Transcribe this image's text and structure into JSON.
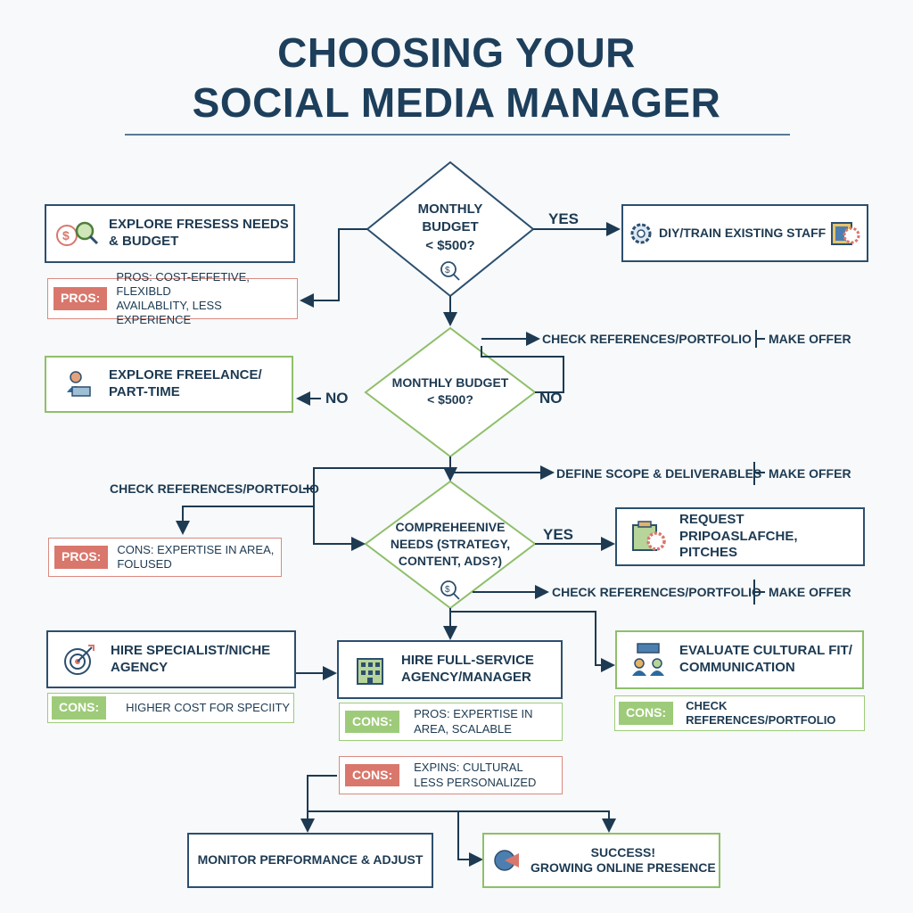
{
  "title": {
    "line1": "CHOOSING YOUR",
    "line2": "SOCIAL MEDIA MANAGER"
  },
  "decisions": {
    "d1": "MONTHLY\nBUDGET\n< $500?",
    "d2": "MONTHLY BUDGET\n< $500?",
    "d3": "COMPREHEENIVE\nNEEDS (STRATEGY,\nCONTENT, ADS?)"
  },
  "boxes": {
    "explore_needs": "EXPLORE FRESESS NEEDS\n& BUDGET",
    "diy": "DIY/TRAIN EXISTING STAFF",
    "freelance": "EXPLORE FREELANCE/\nPART-TIME",
    "proposals": "REQUEST PRIPOASLAFCHE,\nPITCHES",
    "specialist": "HIRE SPECIALIST/NICHE\nAGENCY",
    "full_service": "HIRE FULL-SERVICE\nAGENCY/MANAGER",
    "evaluate": "EVALUATE CULTURAL FIT/\nCOMMUNICATION",
    "monitor": "MONITOR PERFORMANCE & ADJUST",
    "success": "SUCCESS!\nGROWING ONLINE PRESENCE"
  },
  "notes": {
    "n1": {
      "tag": "PROS:",
      "text": "PROS: COST-EFFETIVE, FLEXIBLD\nAVAILABLITY, LESS EXPERIENCE"
    },
    "n2": {
      "tag": "PROS:",
      "text": "CONS: EXPERTISE IN AREA,\n          FOLUSED"
    },
    "n3": {
      "tag": "CONS:",
      "text": "HIGHER COST FOR SPECIITY"
    },
    "n4": {
      "tag": "CONS:",
      "text": "PROS: EXPERTISE IN\nAREA, SCALABLE"
    },
    "n5": {
      "tag": "CONS:",
      "text": "CHECK REFERENCES/PORTFOLIO"
    },
    "n6": {
      "tag": "CONS:",
      "text": "EXPINS: CULTURAL\nLESS PERSONALIZED"
    }
  },
  "labels": {
    "yes1": "YES",
    "yes2": "YES",
    "no1": "NO",
    "no2": "NO",
    "check1": "CHECK REFERENCES/PORTFOLIO",
    "offer1": "MAKE OFFER",
    "define": "DEFINE SCOPE & DELIVERABLES",
    "offer2": "MAKE OFFER",
    "check_left": "CHECK REFERENCES/PORTFOLIO",
    "check2": "CHECK REFERENCES/PORTFOLIO",
    "offer3": "MAKE OFFER"
  },
  "colors": {
    "navy": "#2c4f6e",
    "green": "#8fbf6a",
    "red": "#d9776c",
    "title": "#1d3f5c"
  },
  "icons": [
    "dollar-search-icon",
    "gear-icon",
    "freelancer-laptop-icon",
    "gear-document-icon",
    "target-icon",
    "building-icon",
    "team-icon",
    "dollar-magnify-icon",
    "megaphone-icon"
  ]
}
